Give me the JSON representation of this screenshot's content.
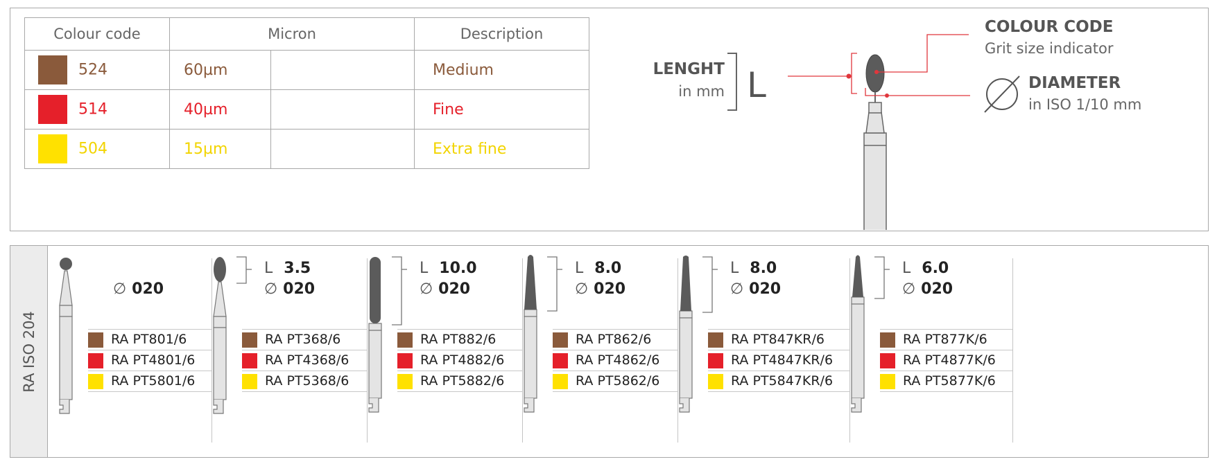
{
  "colors": {
    "brown": "#8a5a3b",
    "red": "#e5202a",
    "yellow": "#ffe100",
    "line_red": "#e0363c",
    "instrument_dark": "#5b5b5b",
    "instrument_light": "#e4e4e4"
  },
  "table": {
    "headers": [
      "Colour code",
      "Micron",
      "Description"
    ],
    "rows": [
      {
        "code": "524",
        "micron": "60µm",
        "description": "Medium",
        "color": "#8a5a3b",
        "text_color": "#8a5a3b"
      },
      {
        "code": "514",
        "micron": "40µm",
        "description": "Fine",
        "color": "#e5202a",
        "text_color": "#e5202a"
      },
      {
        "code": "504",
        "micron": "15µm",
        "description": "Extra fine",
        "color": "#ffe100",
        "text_color": "#f2d400"
      }
    ]
  },
  "legend": {
    "length_title": "LENGHT",
    "length_unit": "in mm",
    "length_letter": "L",
    "colour_code_title": "COLOUR CODE",
    "colour_code_sub": "Grit size indicator",
    "diameter_symbol": "⌀",
    "diameter_title": "DIAMETER",
    "diameter_sub": "in ISO 1/10 mm"
  },
  "series_label": "RA ISO 204",
  "length_label": "L",
  "diameter_symbol": "∅",
  "products": [
    {
      "length": "",
      "diameter": "020",
      "shape": "ball",
      "codes": [
        "RA PT801/6",
        "RA PT4801/6",
        "RA PT5801/6"
      ]
    },
    {
      "length": "3.5",
      "diameter": "020",
      "shape": "oval",
      "codes": [
        "RA PT368/6",
        "RA PT4368/6",
        "RA PT5368/6"
      ]
    },
    {
      "length": "10.0",
      "diameter": "020",
      "shape": "cylinder",
      "codes": [
        "RA PT882/6",
        "RA PT4882/6",
        "RA PT5882/6"
      ]
    },
    {
      "length": "8.0",
      "diameter": "020",
      "shape": "torpedo",
      "codes": [
        "RA PT862/6",
        "RA PT4862/6",
        "RA PT5862/6"
      ]
    },
    {
      "length": "8.0",
      "diameter": "020",
      "shape": "taper-round",
      "codes": [
        "RA PT847KR/6",
        "RA PT4847KR/6",
        "RA PT5847KR/6"
      ]
    },
    {
      "length": "6.0",
      "diameter": "020",
      "shape": "taper-point",
      "codes": [
        "RA PT877K/6",
        "RA PT4877K/6",
        "RA PT5877K/6"
      ]
    }
  ]
}
